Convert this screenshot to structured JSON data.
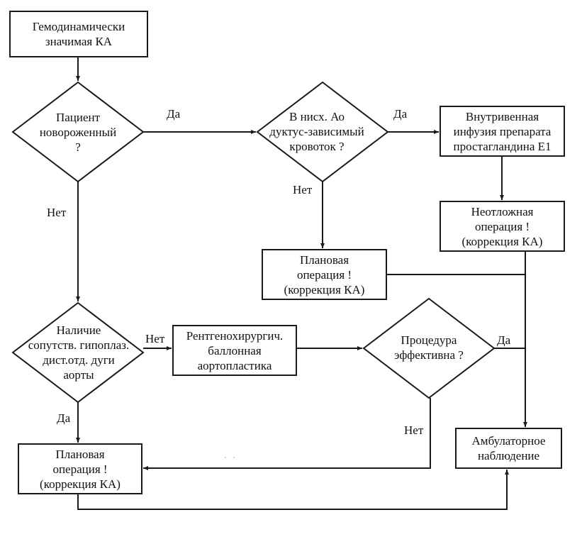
{
  "diagram": {
    "colors": {
      "stroke": "#1a1a1a",
      "background": "#ffffff",
      "text": "#111111"
    },
    "nodes": {
      "start": {
        "shape": "rect",
        "text": "Гемодинамически\nзначимая КА"
      },
      "q_newborn": {
        "shape": "diamond",
        "text": "Пациент\nновороженный\n?"
      },
      "q_ductus": {
        "shape": "diamond",
        "text": "В нисх. Ао\nдуктус-зависимый\nкровоток ?"
      },
      "infusion": {
        "shape": "rect",
        "text": "Внутривенная\nинфузия препарата\nпростагландина Е1"
      },
      "urgent_op": {
        "shape": "rect",
        "text": "Неотложная\nоперация !\n(коррекция КА)"
      },
      "planned_op_1": {
        "shape": "rect",
        "text": "Плановая\nоперация !\n(коррекция КА)"
      },
      "q_hypoplasia": {
        "shape": "diamond",
        "text": "Наличие\nсопутств. гипоплаз.\nдист.отд. дуги\nаорты"
      },
      "balloon": {
        "shape": "rect",
        "text": "Рентгенохирургич.\nбаллонная\nаортопластика"
      },
      "q_effective": {
        "shape": "diamond",
        "text": "Процедура\nэффективна ?"
      },
      "planned_op_2": {
        "shape": "rect",
        "text": "Плановая\nоперация !\n(коррекция КА)"
      },
      "outpatient": {
        "shape": "rect",
        "text": "Амбулаторное\nнаблюдение"
      }
    },
    "edges": [
      {
        "from": "start",
        "to": "q_newborn",
        "label": ""
      },
      {
        "from": "q_newborn",
        "to": "q_ductus",
        "label": "Да"
      },
      {
        "from": "q_newborn",
        "to": "q_hypoplasia",
        "label": "Нет"
      },
      {
        "from": "q_ductus",
        "to": "infusion",
        "label": "Да"
      },
      {
        "from": "q_ductus",
        "to": "planned_op_1",
        "label": "Нет"
      },
      {
        "from": "infusion",
        "to": "urgent_op",
        "label": ""
      },
      {
        "from": "urgent_op",
        "to": "outpatient",
        "label": ""
      },
      {
        "from": "planned_op_1",
        "to": "outpatient",
        "label": ""
      },
      {
        "from": "q_hypoplasia",
        "to": "balloon",
        "label": "Нет"
      },
      {
        "from": "q_hypoplasia",
        "to": "planned_op_2",
        "label": "Да"
      },
      {
        "from": "balloon",
        "to": "q_effective",
        "label": ""
      },
      {
        "from": "q_effective",
        "to": "outpatient",
        "label": "Да"
      },
      {
        "from": "q_effective",
        "to": "planned_op_2",
        "label": "Нет"
      },
      {
        "from": "planned_op_2",
        "to": "outpatient",
        "label": ""
      }
    ]
  }
}
